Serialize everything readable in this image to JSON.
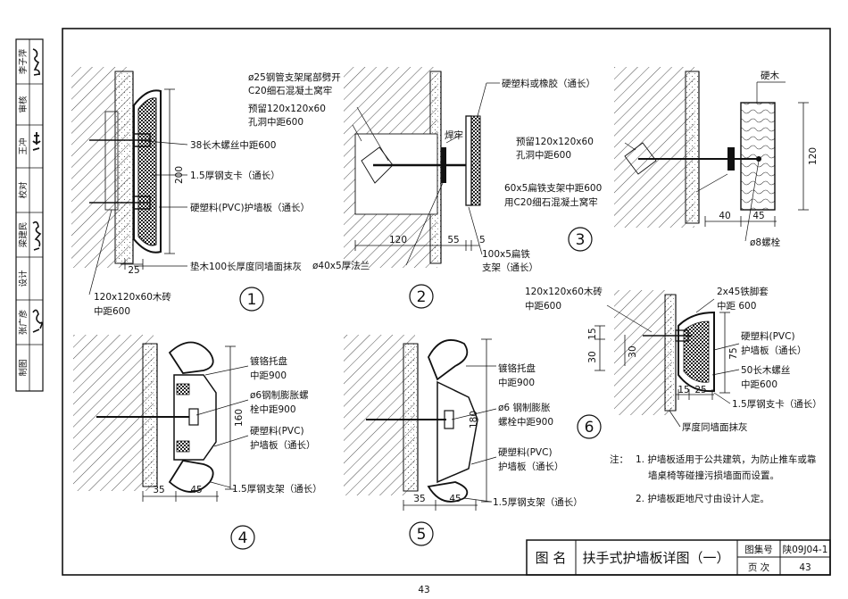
{
  "page_number": "43",
  "side_labels": [
    "制图",
    "张广彦",
    "设计",
    "梁建民",
    "校对",
    "王冲",
    "审核",
    "李子萍"
  ],
  "side_signatures": [
    "张广彦",
    "梁建民",
    "王冲",
    "李子萍"
  ],
  "title_block": {
    "name_label": "图 名",
    "title": "扶手式护墙板详图（一）",
    "set_label": "图集号",
    "set_value": "陕09J04-1",
    "page_label": "页 次",
    "page_value": "43"
  },
  "details": {
    "d1": {
      "number": "1",
      "labels": [
        "38长木螺丝中距600",
        "1.5厚钢支卡（通长）",
        "硬塑料(PVC)护墙板（通长）",
        "垫木100长厚度同墙面抹灰",
        "120x120x60木砖",
        "中距600"
      ],
      "dims": [
        "200",
        "25"
      ]
    },
    "d2": {
      "number": "2",
      "labels": [
        "ø25钢管支架尾部劈开",
        "C20细石混凝土窝牢",
        "预留120x120x60",
        "孔洞中距600",
        "焊牢",
        "硬塑料或橡胶（通长）",
        "ø40x5厚法兰",
        "100x5扁铁",
        "支架（通长）"
      ],
      "dims": [
        "120",
        "55",
        "5"
      ]
    },
    "d3": {
      "number": "3",
      "labels": [
        "硬木",
        "预留120x120x60",
        "孔洞中距600",
        "60x5扁铁支架中距600",
        "用C20细石混凝土窝牢",
        "ø8螺栓"
      ],
      "dims": [
        "120",
        "40",
        "45"
      ]
    },
    "d4": {
      "number": "4",
      "labels": [
        "镀铬托盘",
        "中距900",
        "ø6钢制膨胀螺",
        "栓中距900",
        "硬塑料(PVC)",
        "护墙板（通长）",
        "1.5厚钢支架（通长）"
      ],
      "dims": [
        "160",
        "35",
        "45"
      ]
    },
    "d5": {
      "number": "5",
      "labels": [
        "镀铬托盘",
        "中距900",
        "ø6 钢制膨胀",
        "螺栓中距900",
        "硬塑料(PVC)",
        "护墙板（通长）",
        "1.5厚钢支架（通长）"
      ],
      "dims": [
        "180",
        "35",
        "45"
      ]
    },
    "d6": {
      "number": "6",
      "labels": [
        "120x120x60木砖",
        "中距600",
        "2x45铁脚套",
        "中距 600",
        "硬塑料(PVC)",
        "护墙板（通长）",
        "50长木螺丝",
        "中距600",
        "1.5厚钢支卡（通长）",
        "厚度同墙面抹灰"
      ],
      "dims": [
        "30",
        "15",
        "30",
        "75",
        "15",
        "25"
      ]
    }
  },
  "notes": {
    "prefix": "注：",
    "items": [
      "1. 护墙板适用于公共建筑，为防止推车或靠",
      "墙桌椅等碰撞污损墙面而设置。",
      "2. 护墙板距地尺寸由设计人定。"
    ]
  }
}
